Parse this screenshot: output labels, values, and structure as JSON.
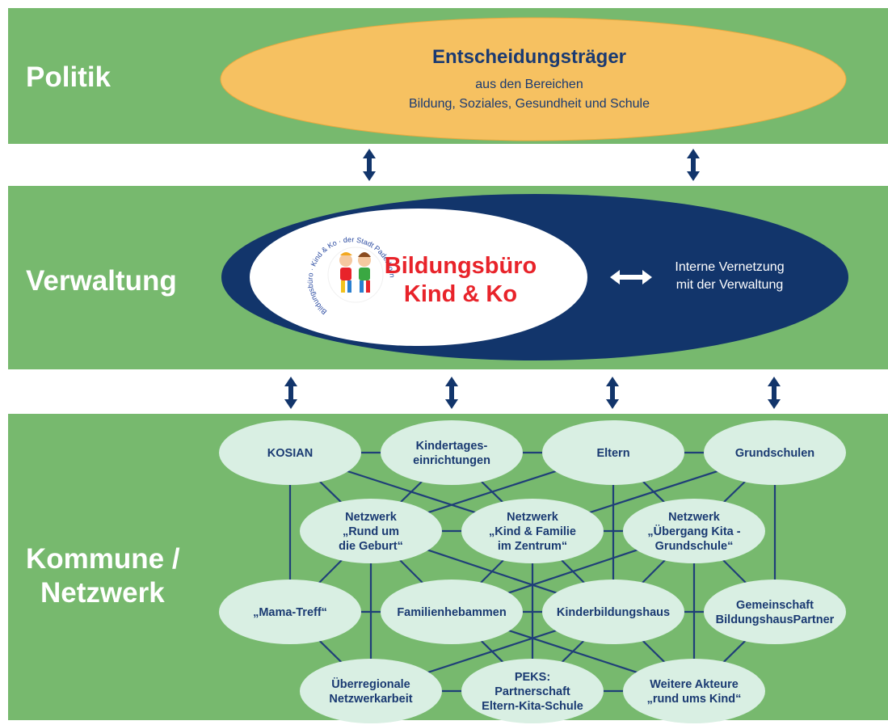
{
  "bands": {
    "politik": "Politik",
    "verwaltung": "Verwaltung",
    "kommune_line1": "Kommune /",
    "kommune_line2": "Netzwerk"
  },
  "top_ellipse": {
    "title": "Entscheidungsträger",
    "line1": "aus den Bereichen",
    "line2": "Bildung,  Soziales, Gesundheit und Schule"
  },
  "center": {
    "title_line1": "Bildungsbüro",
    "title_line2": "Kind & Ko",
    "right_line1": "Interne Vernetzung",
    "right_line2": "mit der Verwaltung",
    "logo_text_top": "Kind & Ko",
    "logo_text_right": "der Stadt Paderborn",
    "logo_text_left": "Bildungsbüro"
  },
  "nodes": {
    "kosian": [
      "KOSIAN"
    ],
    "kita": [
      "Kindertages-",
      "einrichtungen"
    ],
    "eltern": [
      "Eltern"
    ],
    "grundschulen": [
      "Grundschulen"
    ],
    "netz_geburt": [
      "Netzwerk",
      "„Rund um",
      "die Geburt“"
    ],
    "netz_familie": [
      "Netzwerk",
      "„Kind & Familie",
      "im Zentrum“"
    ],
    "netz_uebergang": [
      "Netzwerk",
      "„Übergang Kita  -",
      "Grundschule“"
    ],
    "mama": [
      "„Mama-Treff“"
    ],
    "hebammen": [
      "Familienhebammen"
    ],
    "kbh": [
      "Kinderbildungshaus"
    ],
    "gemeinschaft": [
      "Gemeinschaft",
      "BildungshausPartner"
    ],
    "ueberregional": [
      "Überregionale",
      "Netzwerkarbeit"
    ],
    "peks": [
      "PEKS:",
      "Partnerschaft",
      "Eltern-Kita-Schule"
    ],
    "weitere": [
      "Weitere Akteure",
      "„rund ums Kind“"
    ]
  },
  "colors": {
    "band_green": "#77b96e",
    "top_ellipse": "#f6c161",
    "dark_blue": "#12356b",
    "node_fill": "#d9efe3",
    "accent_red": "#e8232a"
  }
}
